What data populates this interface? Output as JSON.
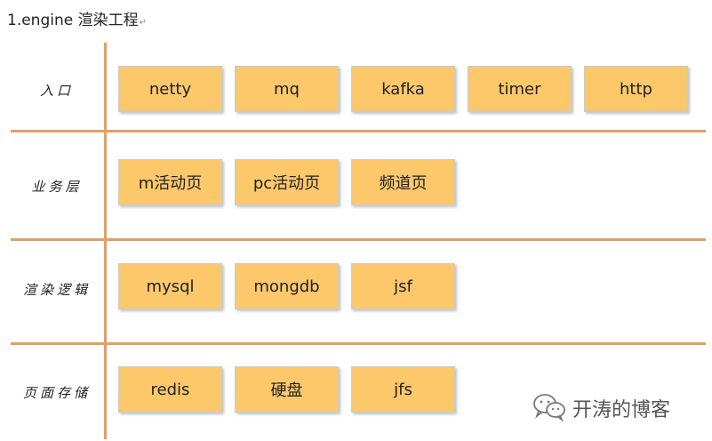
{
  "title": "1.engine 渲染工程",
  "rows": [
    {
      "label": "入口",
      "items": [
        "netty",
        "mq",
        "kafka",
        "timer",
        "http"
      ]
    },
    {
      "label": "业务层",
      "items": [
        "m活动页",
        "pc活动页",
        "频道页"
      ]
    },
    {
      "label": "渲染逻辑",
      "items": [
        "mysql",
        "mongdb",
        "jsf"
      ]
    },
    {
      "label": "页面存储",
      "items": [
        "redis",
        "硬盘",
        "jfs"
      ]
    }
  ],
  "watermark": {
    "text": "开涛的博客",
    "icon": "wechat-icon"
  },
  "colors": {
    "box_fill": "#fcc86a",
    "divider": "#e3a060",
    "box_border": "#b9cfe4"
  }
}
